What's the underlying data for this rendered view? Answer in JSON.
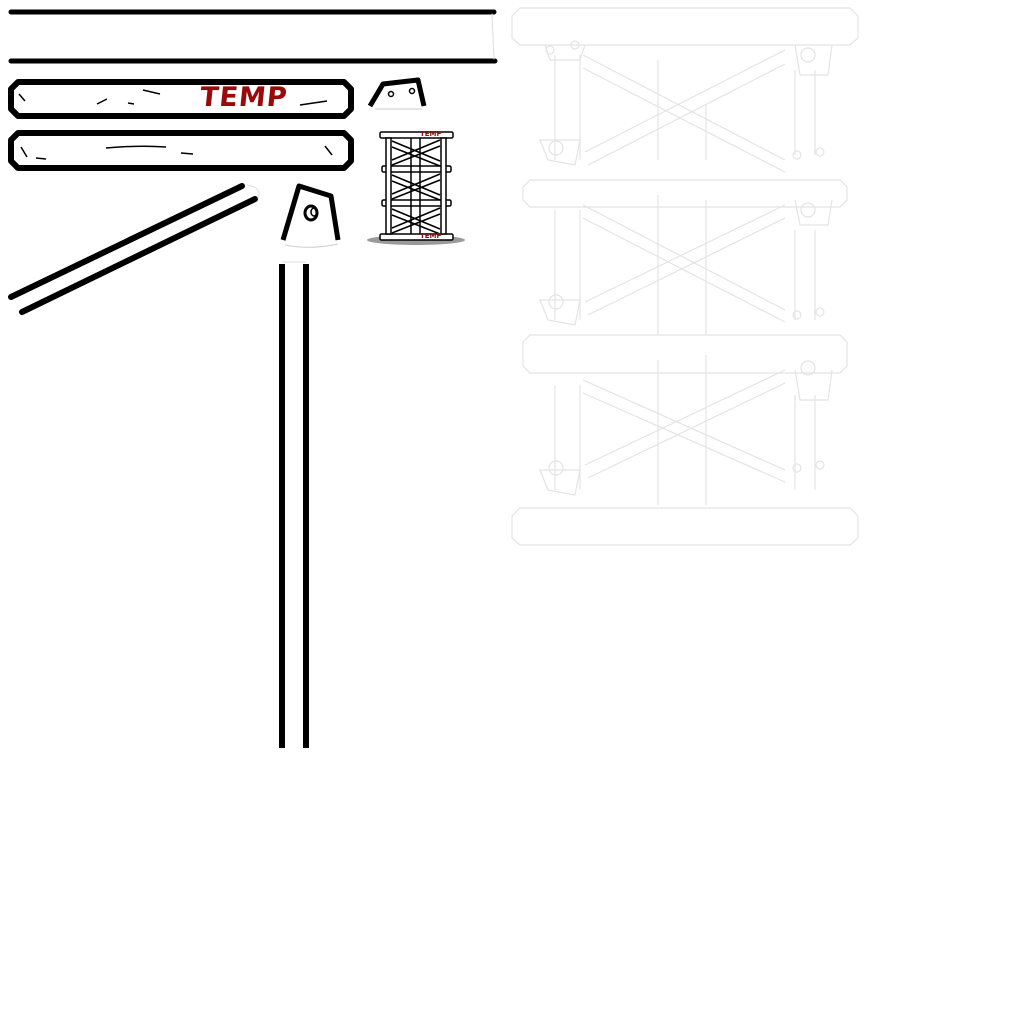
{
  "sprite_sheet": {
    "plank_label": "TEMP",
    "thumbnail_label_top": "TEMP",
    "thumbnail_label_bottom": "TEMP"
  },
  "colors": {
    "outline": "#000000",
    "label_red": "#9b0a0a",
    "faint_outline": "#e4e4e4",
    "shadow": "#9a9a9a"
  }
}
